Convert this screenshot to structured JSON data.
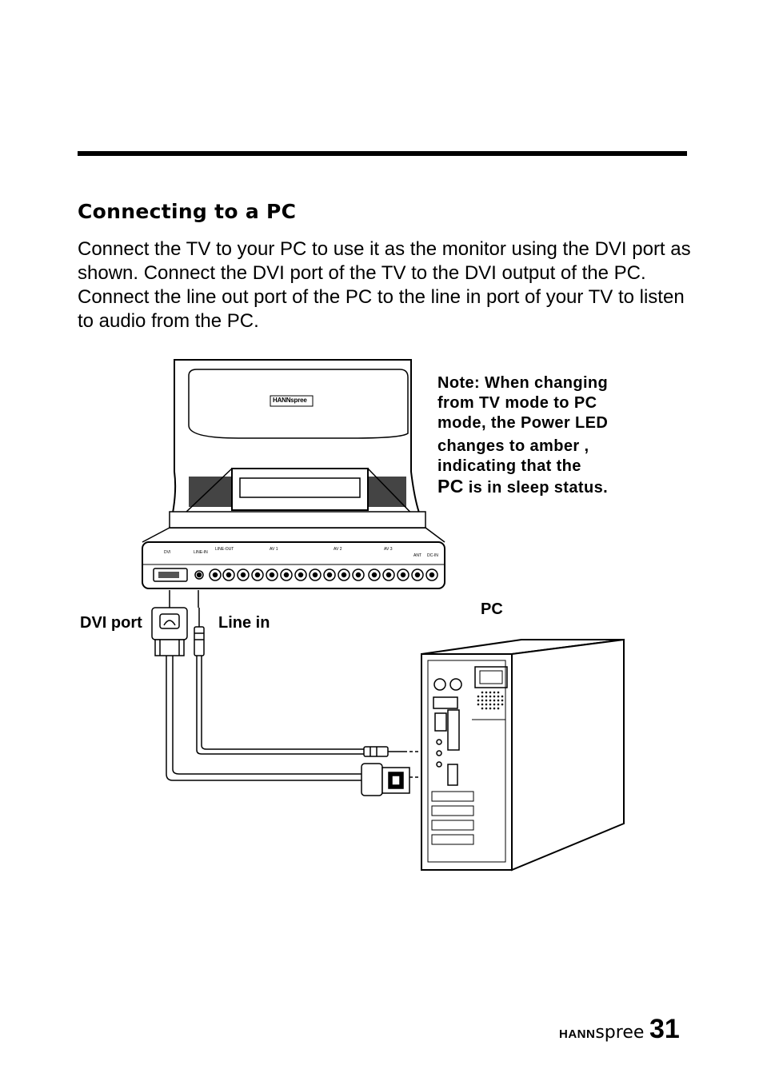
{
  "section": {
    "title": "Connecting to a PC",
    "intro": "Connect the TV to your PC to use it as the monitor using the DVI port as shown. Connect the DVI port of the TV to the DVI output of the PC. Connect the line out port of the PC to the line in port of your TV to listen to audio from the PC."
  },
  "note": {
    "line1": "Note: When changing",
    "line2": "from TV mode to PC",
    "line3": "mode, the Power LED",
    "line4": "changes to amber ,",
    "line5": "indicating that the",
    "line6_pc": "PC",
    "line6_rest": " is in sleep status."
  },
  "labels": {
    "dvi_port": "DVI port",
    "line_in": "Line in",
    "pc": "PC"
  },
  "tv": {
    "brand_badge": "HANNspree",
    "panel_labels": {
      "dvi": "DVI",
      "line_in": "LINE-IN",
      "line_out": "LINE-OUT",
      "av1": "AV 1",
      "av2": "AV 2",
      "av3": "AV 3",
      "ant": "ANT",
      "dc_in": "DC-IN"
    }
  },
  "footer": {
    "brand_bold": "HANN",
    "brand_thin": "spree",
    "page_number": "31"
  }
}
